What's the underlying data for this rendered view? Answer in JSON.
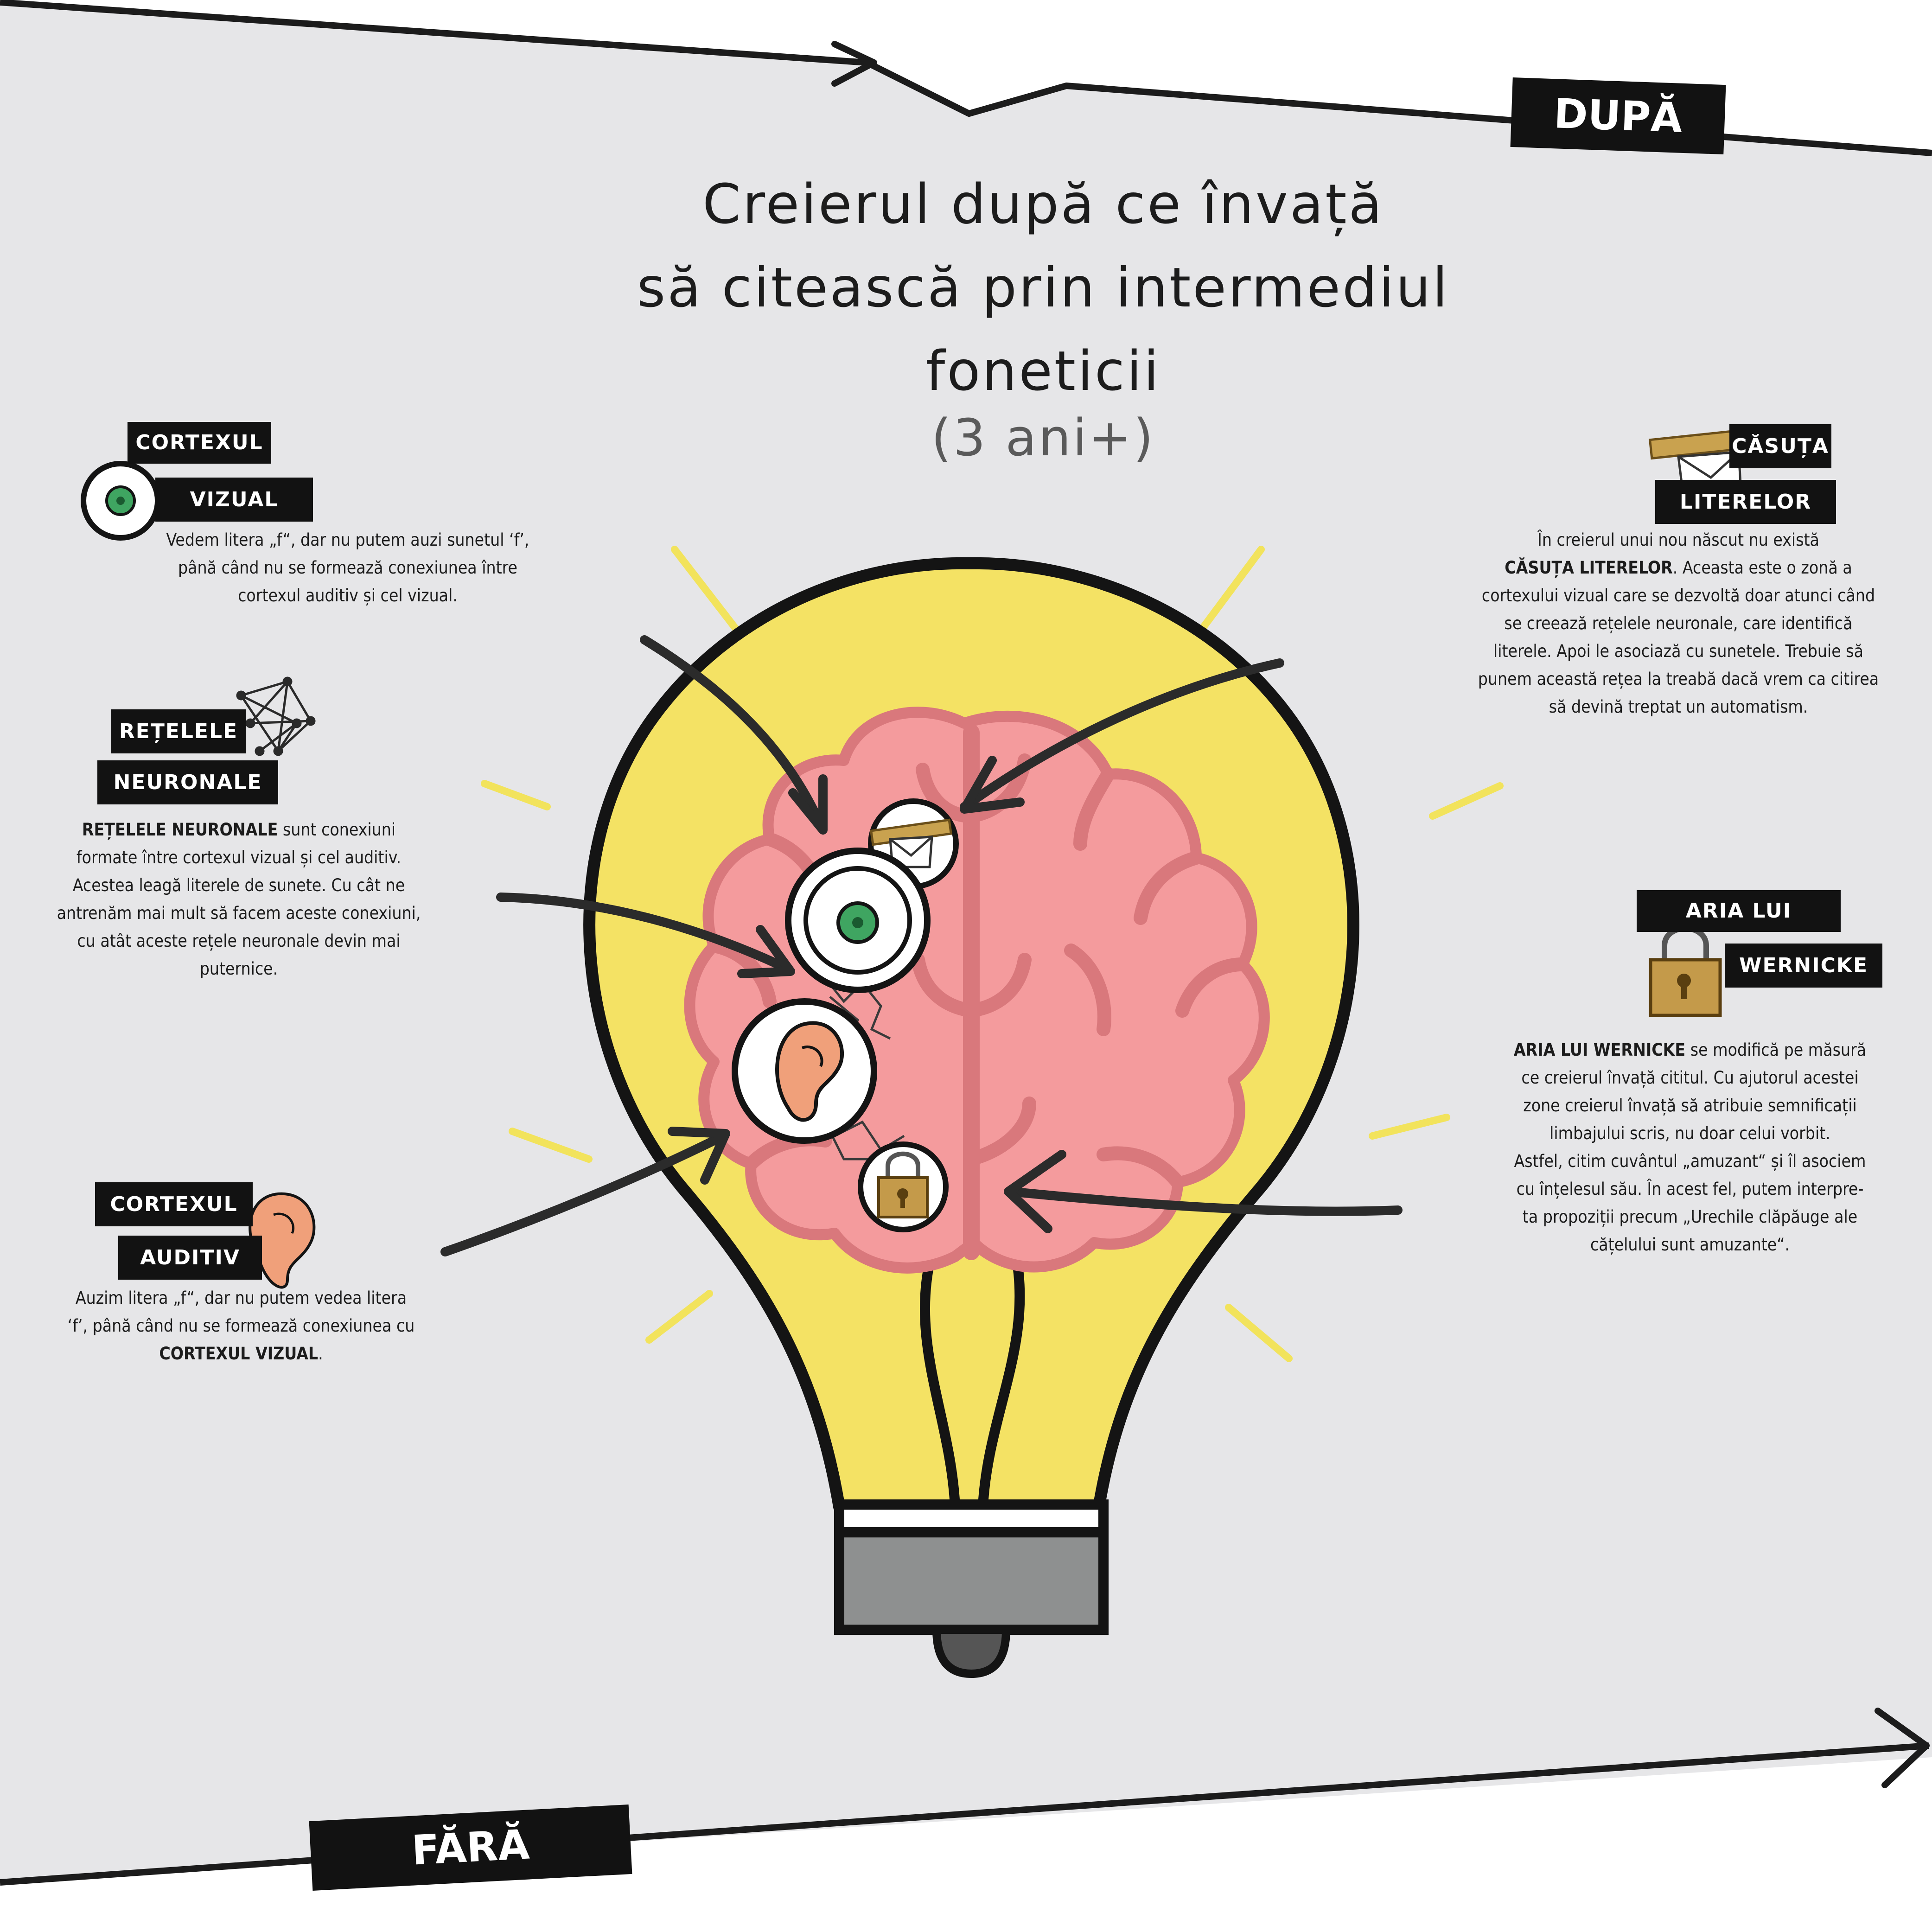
{
  "title_line1": "Creierul după ce învață",
  "title_line2": "să citească prin intermediul",
  "title_line3": "foneticii",
  "subtitle": "(3 ani+)",
  "tag_after": "DUPĂ",
  "tag_before": "FĂRĂ",
  "cortex_visual": {
    "label1": "CORTEXUL",
    "label2": "VIZUAL",
    "line1": "Vedem litera „f“, dar nu putem auzi sunetul ‘f’,",
    "line2": "până când nu se formează  conexiunea între",
    "line3": "cortexul auditiv și cel vizual."
  },
  "neural_networks": {
    "label1": "REȚELELE",
    "label2": "NEURONALE",
    "bold": "REȚELELE NEURONALE",
    "line1": " sunt conexiuni",
    "line2": "formate între cortexul vizual și cel auditiv.",
    "line3": "Acestea leagă literele de sunete. Cu cât ne",
    "line4": "antrenăm mai mult să facem aceste conexiuni,",
    "line5": "cu atât aceste rețele neuronale devin mai",
    "line6": "puternice."
  },
  "cortex_auditory": {
    "label1": "CORTEXUL",
    "label2": "AUDITIV",
    "line1": "Auzim litera „f“, dar nu putem vedea litera",
    "line2": "‘f’, până când nu se formează  conexiunea cu",
    "bold": "CORTEXUL VIZUAL",
    "end": "."
  },
  "letter_box": {
    "label1": "CĂSUȚA",
    "label2": "LITERELOR",
    "line1": "În creierul unui nou născut nu există",
    "bold": "CĂSUȚA LITERELOR",
    "line2b": ". Aceasta este o zonă a",
    "line3": "cortexului vizual care se dezvoltă doar atunci când",
    "line4": "se creează rețelele neuronale, care identifică",
    "line5": "literele. Apoi le asociază cu sunetele. Trebuie să",
    "line6": "punem această rețea la treabă dacă vrem ca citirea",
    "line7": "să devină treptat un automatism."
  },
  "wernicke": {
    "label1": "ARIA LUI",
    "label2": "WERNICKE",
    "bold": "ARIA LUI WERNICKE",
    "line1b": " se modifică pe măsură",
    "line2": "ce creierul învață cititul. Cu ajutorul acestei",
    "line3": "zone creierul învață să atribuie semnificații",
    "line4": "limbajului scris, nu doar celui vorbit.",
    "line5": "Astfel, citim cuvântul „amuzant“ și îl asociem",
    "line6": "cu înțelesul său. În acest fel, putem interpre-",
    "line7": "ta propoziții precum „Urechile clăpăuge ale",
    "line8": "cățelului sunt amuzante“."
  },
  "colors": {
    "background_panel": "#e6e6e8",
    "bulb_yellow": "#f4e264",
    "brain_pink": "#f49b9d",
    "brain_fold": "#d9787c",
    "base_gray": "#8e9090",
    "label_black": "#121212",
    "ray_yellow": "#f2e35c",
    "eye_green": "#3fa561",
    "ear_skin": "#f0a07a",
    "lock_gold": "#c49a4a"
  },
  "icons": [
    "eye-icon",
    "ear-icon",
    "network-icon",
    "letterbox-icon",
    "padlock-icon",
    "lightbulb-icon",
    "brain-icon",
    "arrow-icon"
  ]
}
